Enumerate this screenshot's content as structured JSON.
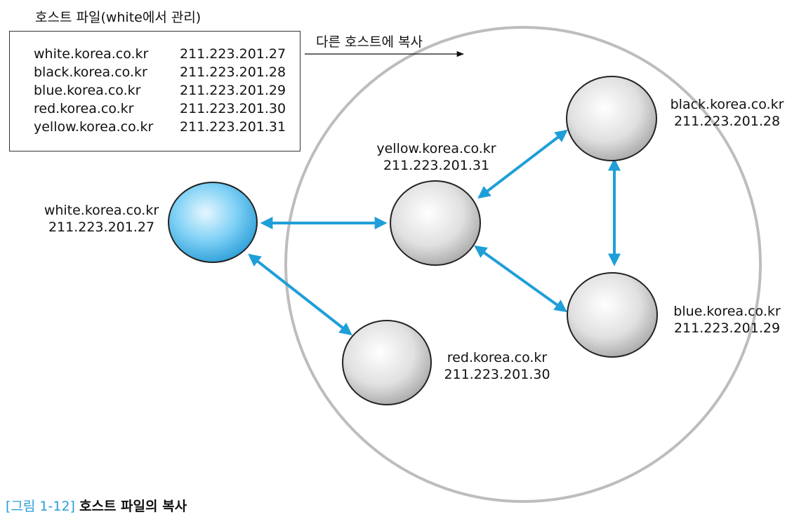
{
  "hosts_file": {
    "title": "호스트 파일(white에서 관리)",
    "entries": [
      {
        "host": "white.korea.co.kr",
        "ip": "211.223.201.27"
      },
      {
        "host": "black.korea.co.kr",
        "ip": "211.223.201.28"
      },
      {
        "host": "blue.korea.co.kr",
        "ip": "211.223.201.29"
      },
      {
        "host": "red.korea.co.kr",
        "ip": "211.223.201.30"
      },
      {
        "host": "yellow.korea.co.kr",
        "ip": "211.223.201.31"
      }
    ]
  },
  "copy_arrow_label": "다른 호스트에 복사",
  "nodes": {
    "white": {
      "host": "white.korea.co.kr",
      "ip": "211.223.201.27"
    },
    "yellow": {
      "host": "yellow.korea.co.kr",
      "ip": "211.223.201.31"
    },
    "black": {
      "host": "black.korea.co.kr",
      "ip": "211.223.201.28"
    },
    "blue": {
      "host": "blue.korea.co.kr",
      "ip": "211.223.201.29"
    },
    "red": {
      "host": "red.korea.co.kr",
      "ip": "211.223.201.30"
    }
  },
  "caption": {
    "number": "[그림 1-12]",
    "text": "호스트 파일의 복사"
  },
  "colors": {
    "arrow": "#1f9fd8",
    "highlight_node": "#6cc6f2",
    "other_node": "#e2e2e2",
    "group_circle": "#bdbdbd"
  }
}
